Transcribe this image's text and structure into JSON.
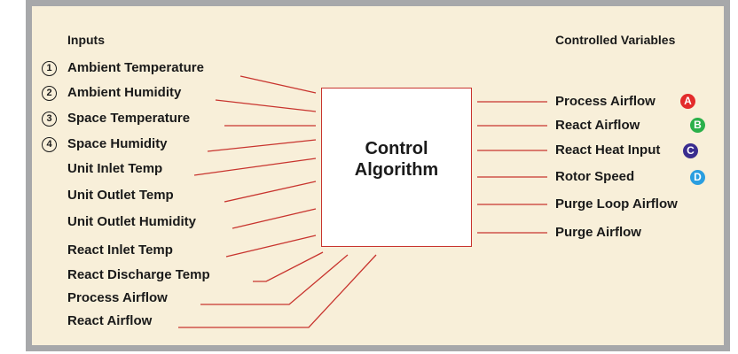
{
  "headings": {
    "inputs": "Inputs",
    "outputs": "Controlled Variables"
  },
  "center": {
    "line1": "Control",
    "line2": "Algorithm"
  },
  "inputs": [
    {
      "marker": "1",
      "label": "Ambient Temperature"
    },
    {
      "marker": "2",
      "label": "Ambient Humidity"
    },
    {
      "marker": "3",
      "label": "Space Temperature"
    },
    {
      "marker": "4",
      "label": "Space Humidity"
    },
    {
      "marker": "",
      "label": "Unit Inlet Temp"
    },
    {
      "marker": "",
      "label": "Unit Outlet Temp"
    },
    {
      "marker": "",
      "label": "Unit Outlet Humidity"
    },
    {
      "marker": "",
      "label": "React Inlet Temp"
    },
    {
      "marker": "",
      "label": "React Discharge Temp"
    },
    {
      "marker": "",
      "label": "Process Airflow"
    },
    {
      "marker": "",
      "label": "React Airflow"
    }
  ],
  "outputs": [
    {
      "label": "Process Airflow",
      "badge": "A",
      "badge_color": "#e32b2b"
    },
    {
      "label": "React Airflow",
      "badge": "B",
      "badge_color": "#2bb04a"
    },
    {
      "label": "React Heat Input",
      "badge": "C",
      "badge_color": "#3a2d8f"
    },
    {
      "label": "Rotor Speed",
      "badge": "D",
      "badge_color": "#2a9ee0"
    },
    {
      "label": "Purge Loop Airflow",
      "badge": "",
      "badge_color": ""
    },
    {
      "label": "Purge Airflow",
      "badge": "",
      "badge_color": ""
    }
  ],
  "colors": {
    "panel_background": "#f8efd9",
    "frame_border": "#a7a8aa",
    "connector_line": "#c8342e"
  }
}
